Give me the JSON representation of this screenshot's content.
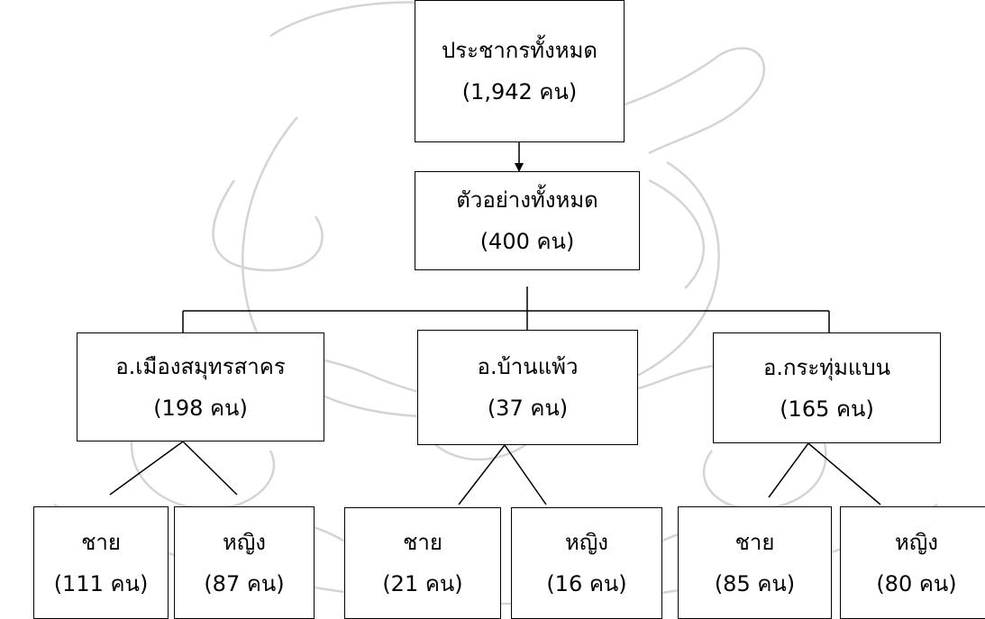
{
  "colors": {
    "stroke": "#000000",
    "watermark": "#cccccc",
    "background": "#ffffff"
  },
  "diagram": {
    "population": {
      "title": "ประชากรทั้งหมด",
      "count": "(1,942 คน)"
    },
    "sample": {
      "title": "ตัวอย่างทั้งหมด",
      "count": "(400 คน)"
    },
    "districts": [
      {
        "title": "อ.เมืองสมุทรสาคร",
        "count": "(198 คน)",
        "groups": [
          {
            "label": "ชาย",
            "count": "(111 คน)"
          },
          {
            "label": "หญิง",
            "count": "(87 คน)"
          }
        ]
      },
      {
        "title": "อ.บ้านแพ้ว",
        "count": "(37 คน)",
        "groups": [
          {
            "label": "ชาย",
            "count": "(21 คน)"
          },
          {
            "label": "หญิง",
            "count": "(16 คน)"
          }
        ]
      },
      {
        "title": "อ.กระทุ่มแบน",
        "count": "(165 คน)",
        "groups": [
          {
            "label": "ชาย",
            "count": "(85 คน)"
          },
          {
            "label": "หญิง",
            "count": "(80 คน)"
          }
        ]
      }
    ]
  }
}
